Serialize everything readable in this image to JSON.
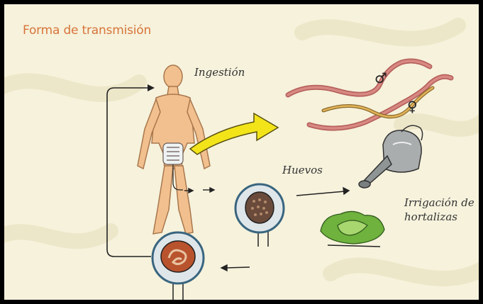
{
  "title": "Forma de transmisión",
  "labels": {
    "ingestion": "Ingestión",
    "eggs": "Huevos",
    "irrigation_line1": "Irrigación de",
    "irrigation_line2": "hortalizas"
  },
  "symbols": {
    "male": "♂",
    "female": "♀"
  },
  "colors": {
    "background": "#f6f2dc",
    "title": "#d8743a",
    "skin": "#f2c08e",
    "worm": "#c8736e",
    "arrow_yellow": "#f3e41a",
    "lettuce": "#7fbf4a"
  }
}
